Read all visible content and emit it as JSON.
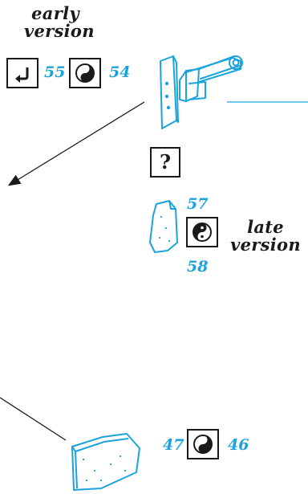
{
  "early": {
    "caption_line1": "early",
    "caption_line2": "version",
    "part_a": "55",
    "part_b": "54"
  },
  "unknown": {
    "symbol": "?"
  },
  "late": {
    "caption_line1": "late",
    "caption_line2": "version",
    "part_a": "57",
    "part_b": "58"
  },
  "bottom": {
    "part_a": "47",
    "part_b": "46"
  },
  "icons": {
    "return_arrow": "return-arrow-icon",
    "yinyang": "yinyang-icon"
  },
  "colors": {
    "line_art": "#1aa3dc",
    "callout_text": "#1aa3dc",
    "ink": "#1a1a1a"
  }
}
